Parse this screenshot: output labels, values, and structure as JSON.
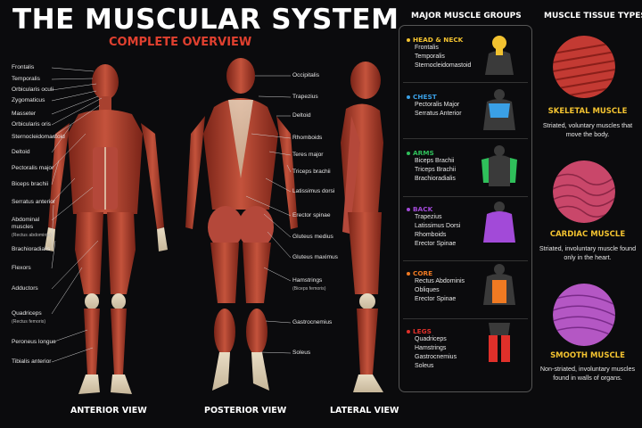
{
  "header": {
    "title": "THE MUSCULAR SYSTEM",
    "subtitle": "COMPLETE OVERVIEW"
  },
  "anterior_labels": [
    "Frontalis",
    "Temporalis",
    "Orbicularis oculi",
    "Zygomaticus",
    "Masseter",
    "Orbicularis oris",
    "Sternocleidomastoid",
    "Deltoid",
    "Pectoralis major",
    "Biceps brachii",
    "Serratus anterior",
    "Abdominal muscles",
    "Brachioradialis",
    "Flexors",
    "Adductors",
    "Quadriceps",
    "Peroneus longus",
    "Tibialis anterior"
  ],
  "anterior_sublabels": {
    "abdominal": "(Rectus abdominis)",
    "quadriceps": "(Rectus femoris)"
  },
  "posterior_labels": [
    "Occipitalis",
    "Trapezius",
    "Deltoid",
    "Rhomboids",
    "Teres major",
    "Triceps brachii",
    "Latissimus dorsi",
    "Erector spinae",
    "Gluteus medius",
    "Gluteus maximus",
    "Hamstrings",
    "Gastrocnemius",
    "Soleus"
  ],
  "posterior_sublabels": {
    "hamstrings": "(Biceps femoris)"
  },
  "views": {
    "anterior": "ANTERIOR VIEW",
    "posterior": "POSTERIOR VIEW",
    "lateral": "LATERAL VIEW"
  },
  "groups_panel": {
    "title": "MAJOR MUSCLE GROUPS",
    "groups": [
      {
        "name": "HEAD & NECK",
        "color": "#f2c230",
        "muscles": [
          "Frontalis",
          "Temporalis",
          "Sternocleidomastoid"
        ]
      },
      {
        "name": "CHEST",
        "color": "#3aa0e6",
        "muscles": [
          "Pectoralis Major",
          "Serratus Anterior"
        ]
      },
      {
        "name": "ARMS",
        "color": "#2fbf5a",
        "muscles": [
          "Biceps Brachii",
          "Triceps Brachii",
          "Brachioradialis"
        ]
      },
      {
        "name": "BACK",
        "color": "#a24ad8",
        "muscles": [
          "Trapezius",
          "Latissimus Dorsi",
          "Rhomboids",
          "Erector Spinae"
        ]
      },
      {
        "name": "CORE",
        "color": "#f07a22",
        "muscles": [
          "Rectus Abdominis",
          "Obliques",
          "Erector Spinae"
        ]
      },
      {
        "name": "LEGS",
        "color": "#e0302a",
        "muscles": [
          "Quadriceps",
          "Hamstrings",
          "Gastrocnemius",
          "Soleus"
        ]
      }
    ]
  },
  "tissue_panel": {
    "title": "MUSCLE TISSUE TYPES",
    "types": [
      {
        "name": "SKELETAL MUSCLE",
        "desc": "Striated, voluntary muscles that move the body.",
        "color": "#c33a33"
      },
      {
        "name": "CARDIAC MUSCLE",
        "desc": "Striated, involuntary muscle found only in the heart.",
        "color": "#c9476a"
      },
      {
        "name": "SMOOTH MUSCLE",
        "desc": "Non-striated, involuntary muscles found in walls of organs.",
        "color": "#b457c4"
      }
    ]
  }
}
